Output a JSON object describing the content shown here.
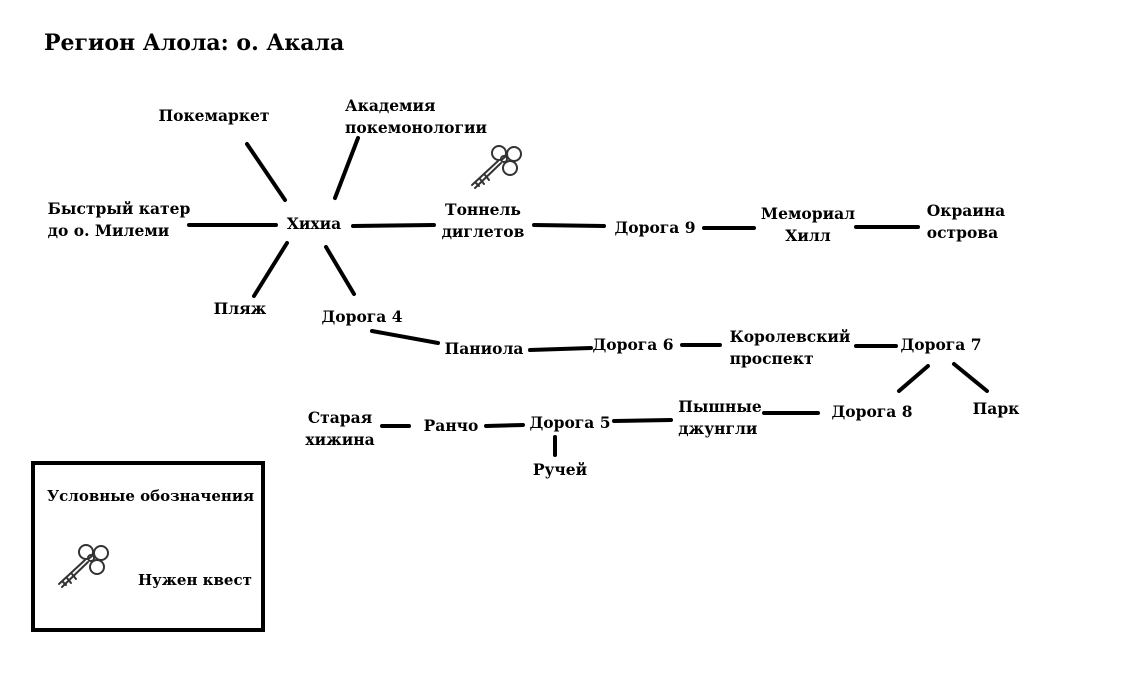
{
  "title": "Регион Алола: о. Акала",
  "nodes": {
    "pokemart": "Покемаркет",
    "academy": {
      "line1": "Академия",
      "line2": "покемонологии"
    },
    "ferry": {
      "line1": "Быстрый катер",
      "line2": "до о. Милеми"
    },
    "hihia": "Хихиа",
    "beach": "Пляж",
    "route4": "Дорога 4",
    "tunnel": {
      "line1": "Тоннель",
      "line2": "диглетов"
    },
    "route9": "Дорога 9",
    "memorial": {
      "line1": "Мемориал",
      "line2": "Хилл"
    },
    "outskirts": {
      "line1": "Окраина",
      "line2": "острова"
    },
    "paniola": "Паниола",
    "route6": "Дорога 6",
    "royal": {
      "line1": "Королевский",
      "line2": "проспект"
    },
    "route7": "Дорога 7",
    "park": "Парк",
    "route8": "Дорога 8",
    "jungle": {
      "line1": "Пышные",
      "line2": "джунгли"
    },
    "route5": "Дорога 5",
    "brook": "Ручей",
    "ranch": "Ранчо",
    "hut": {
      "line1": "Старая",
      "line2": "хижина"
    }
  },
  "legend": {
    "title": "Условные обозначения",
    "quest_label": "Нужен квест"
  },
  "icons": {
    "quest_marker": "key-icon"
  },
  "colors": {
    "line": "#000000",
    "background": "#ffffff",
    "key": "#333333"
  }
}
